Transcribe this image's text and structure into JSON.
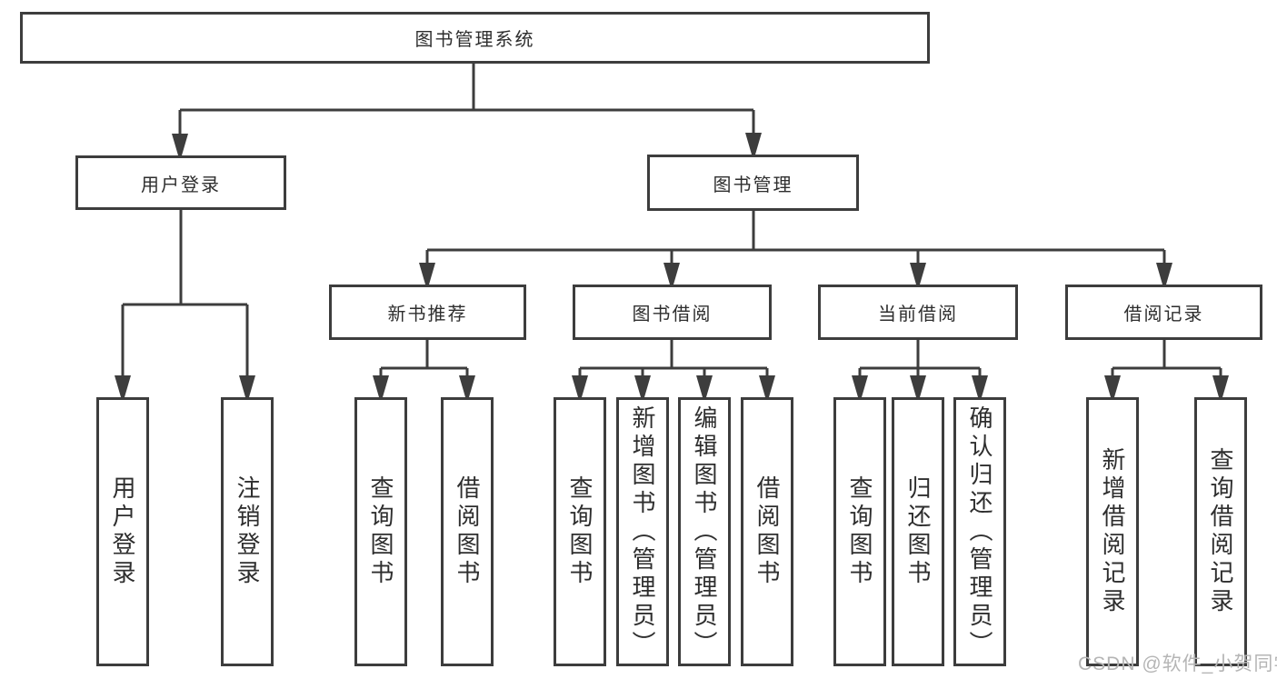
{
  "tree": {
    "root": {
      "label": "图书管理系统",
      "children": [
        {
          "label": "用户登录",
          "children": [
            {
              "label": "用户登录"
            },
            {
              "label": "注销登录"
            }
          ]
        },
        {
          "label": "图书管理",
          "children": [
            {
              "label": "新书推荐",
              "children": [
                {
                  "label": "查询图书"
                },
                {
                  "label": "借阅图书"
                }
              ]
            },
            {
              "label": "图书借阅",
              "children": [
                {
                  "label": "查询图书"
                },
                {
                  "label": "新增图书（管理员）"
                },
                {
                  "label": "编辑图书（管理员）"
                },
                {
                  "label": "借阅图书"
                }
              ]
            },
            {
              "label": "当前借阅",
              "children": [
                {
                  "label": "查询图书"
                },
                {
                  "label": "归还图书"
                },
                {
                  "label": "确认归还（管理员）"
                }
              ]
            },
            {
              "label": "借阅记录",
              "children": [
                {
                  "label": "新增借阅记录"
                },
                {
                  "label": "查询借阅记录"
                }
              ]
            }
          ]
        }
      ]
    }
  },
  "watermark": {
    "text": "CSDN @软件_小贺同学"
  },
  "colors": {
    "line": "#3d3d3d",
    "box_border": "#3d3d3d",
    "text": "#2e2e2e",
    "watermark": "#b5b5b5",
    "background": "#ffffff"
  }
}
